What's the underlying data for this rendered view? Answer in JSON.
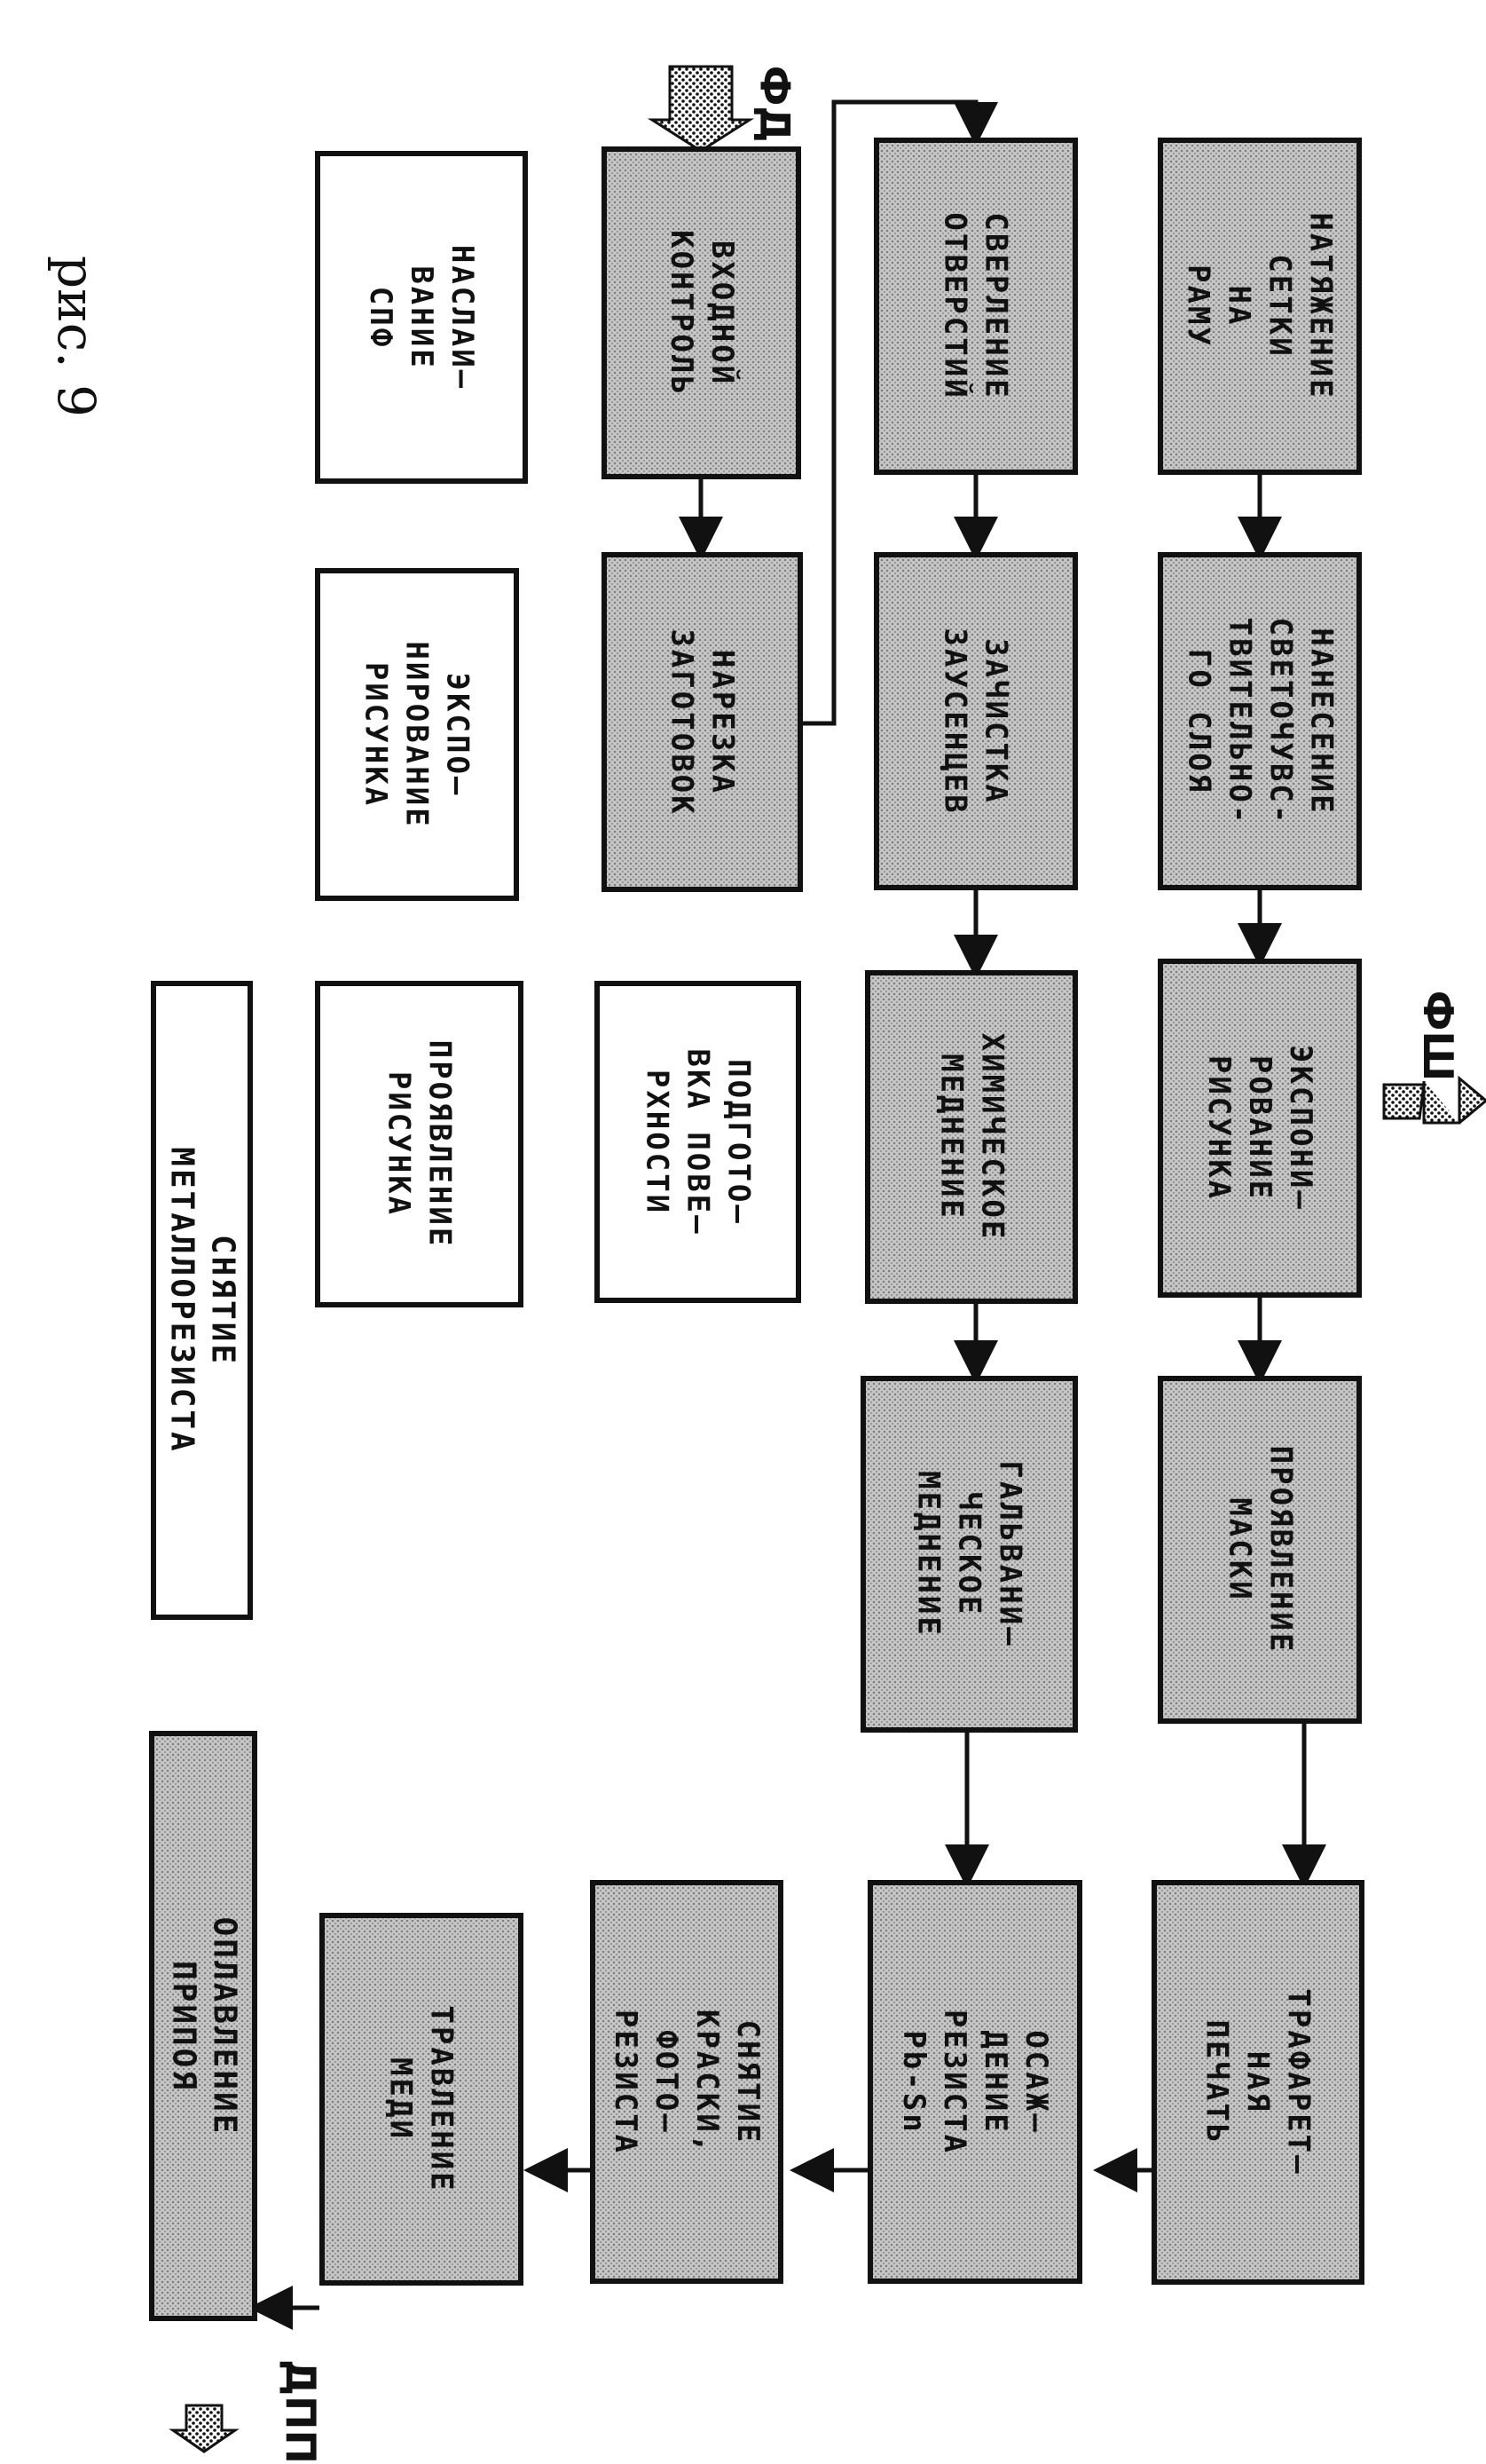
{
  "caption": "рис. 9",
  "external_labels": {
    "fd": "ФД",
    "fsh": "ФШ",
    "dpp": "ДПП"
  },
  "blocks": {
    "natyazhenie": "НАТЯЖЕНИЕ\nСЕТКИ\nНА\nРАМУ",
    "nanesenie": "НАНЕСЕНИЕ\nСВЕТОЧУВС-\nТВИТЕЛЬНО-\nГО СЛОЯ",
    "eksponirovanie_ramy": "ЭКСПОНИ—\nРОВАНИЕ\nРИСУНКА",
    "proyavlenie_maski": "ПРОЯВЛЕНИЕ\nМАСКИ",
    "trafaret": "ТРАФАРЕТ—\nНАЯ\nПЕЧАТЬ",
    "sverlenie": "СВЕРЛЕНИЕ\nОТВЕРСТИЙ",
    "zachistka": "ЗАЧИСТКА\nЗАУСЕНЦЕВ",
    "khimicheskoe": "ХИМИЧЕСКОЕ\nМЕДНЕНИЕ",
    "galvanicheskoe": "ГАЛЬВАНИ—\nЧЕСКОЕ\nМЕДНЕНИЕ",
    "osazhdenie": "ОСАЖ—\nДЕНИЕ\nРЕЗИСТА\nPb-Sn",
    "vkhodnoy": "ВХОДНОЙ\nКОНТРОЛЬ",
    "narezka": "НАРЕЗКА\nЗАГОТОВОК",
    "podgotovka": "ПОДГОТО—\nВКА ПОВЕ—\nРХНОСТИ",
    "snyatie_kraski": "СНЯТИЕ\nКРАСКИ,\nФОТО—\nРЕЗИСТА",
    "naslaivanie": "НАСЛАИ—\nВАНИЕ\nСПФ",
    "eksponirovanie_pl": "ЭКСПО—\nНИРОВАНИЕ\nРИСУНКА",
    "proyavlenie_ris": "ПРОЯВЛЕНИЕ\nРИСУНКА",
    "travlenie": "ТРАВЛЕНИЕ\nМЕДИ",
    "snyatie_metallorezista": "СНЯТИЕ\nМЕТАЛЛОРЕЗИСТА",
    "oplavlenie": "ОПЛАВЛЕНИЕ\nПРИПОЯ"
  },
  "colors": {
    "shaded_fill": "#c9c9c9",
    "ink": "#111111"
  }
}
